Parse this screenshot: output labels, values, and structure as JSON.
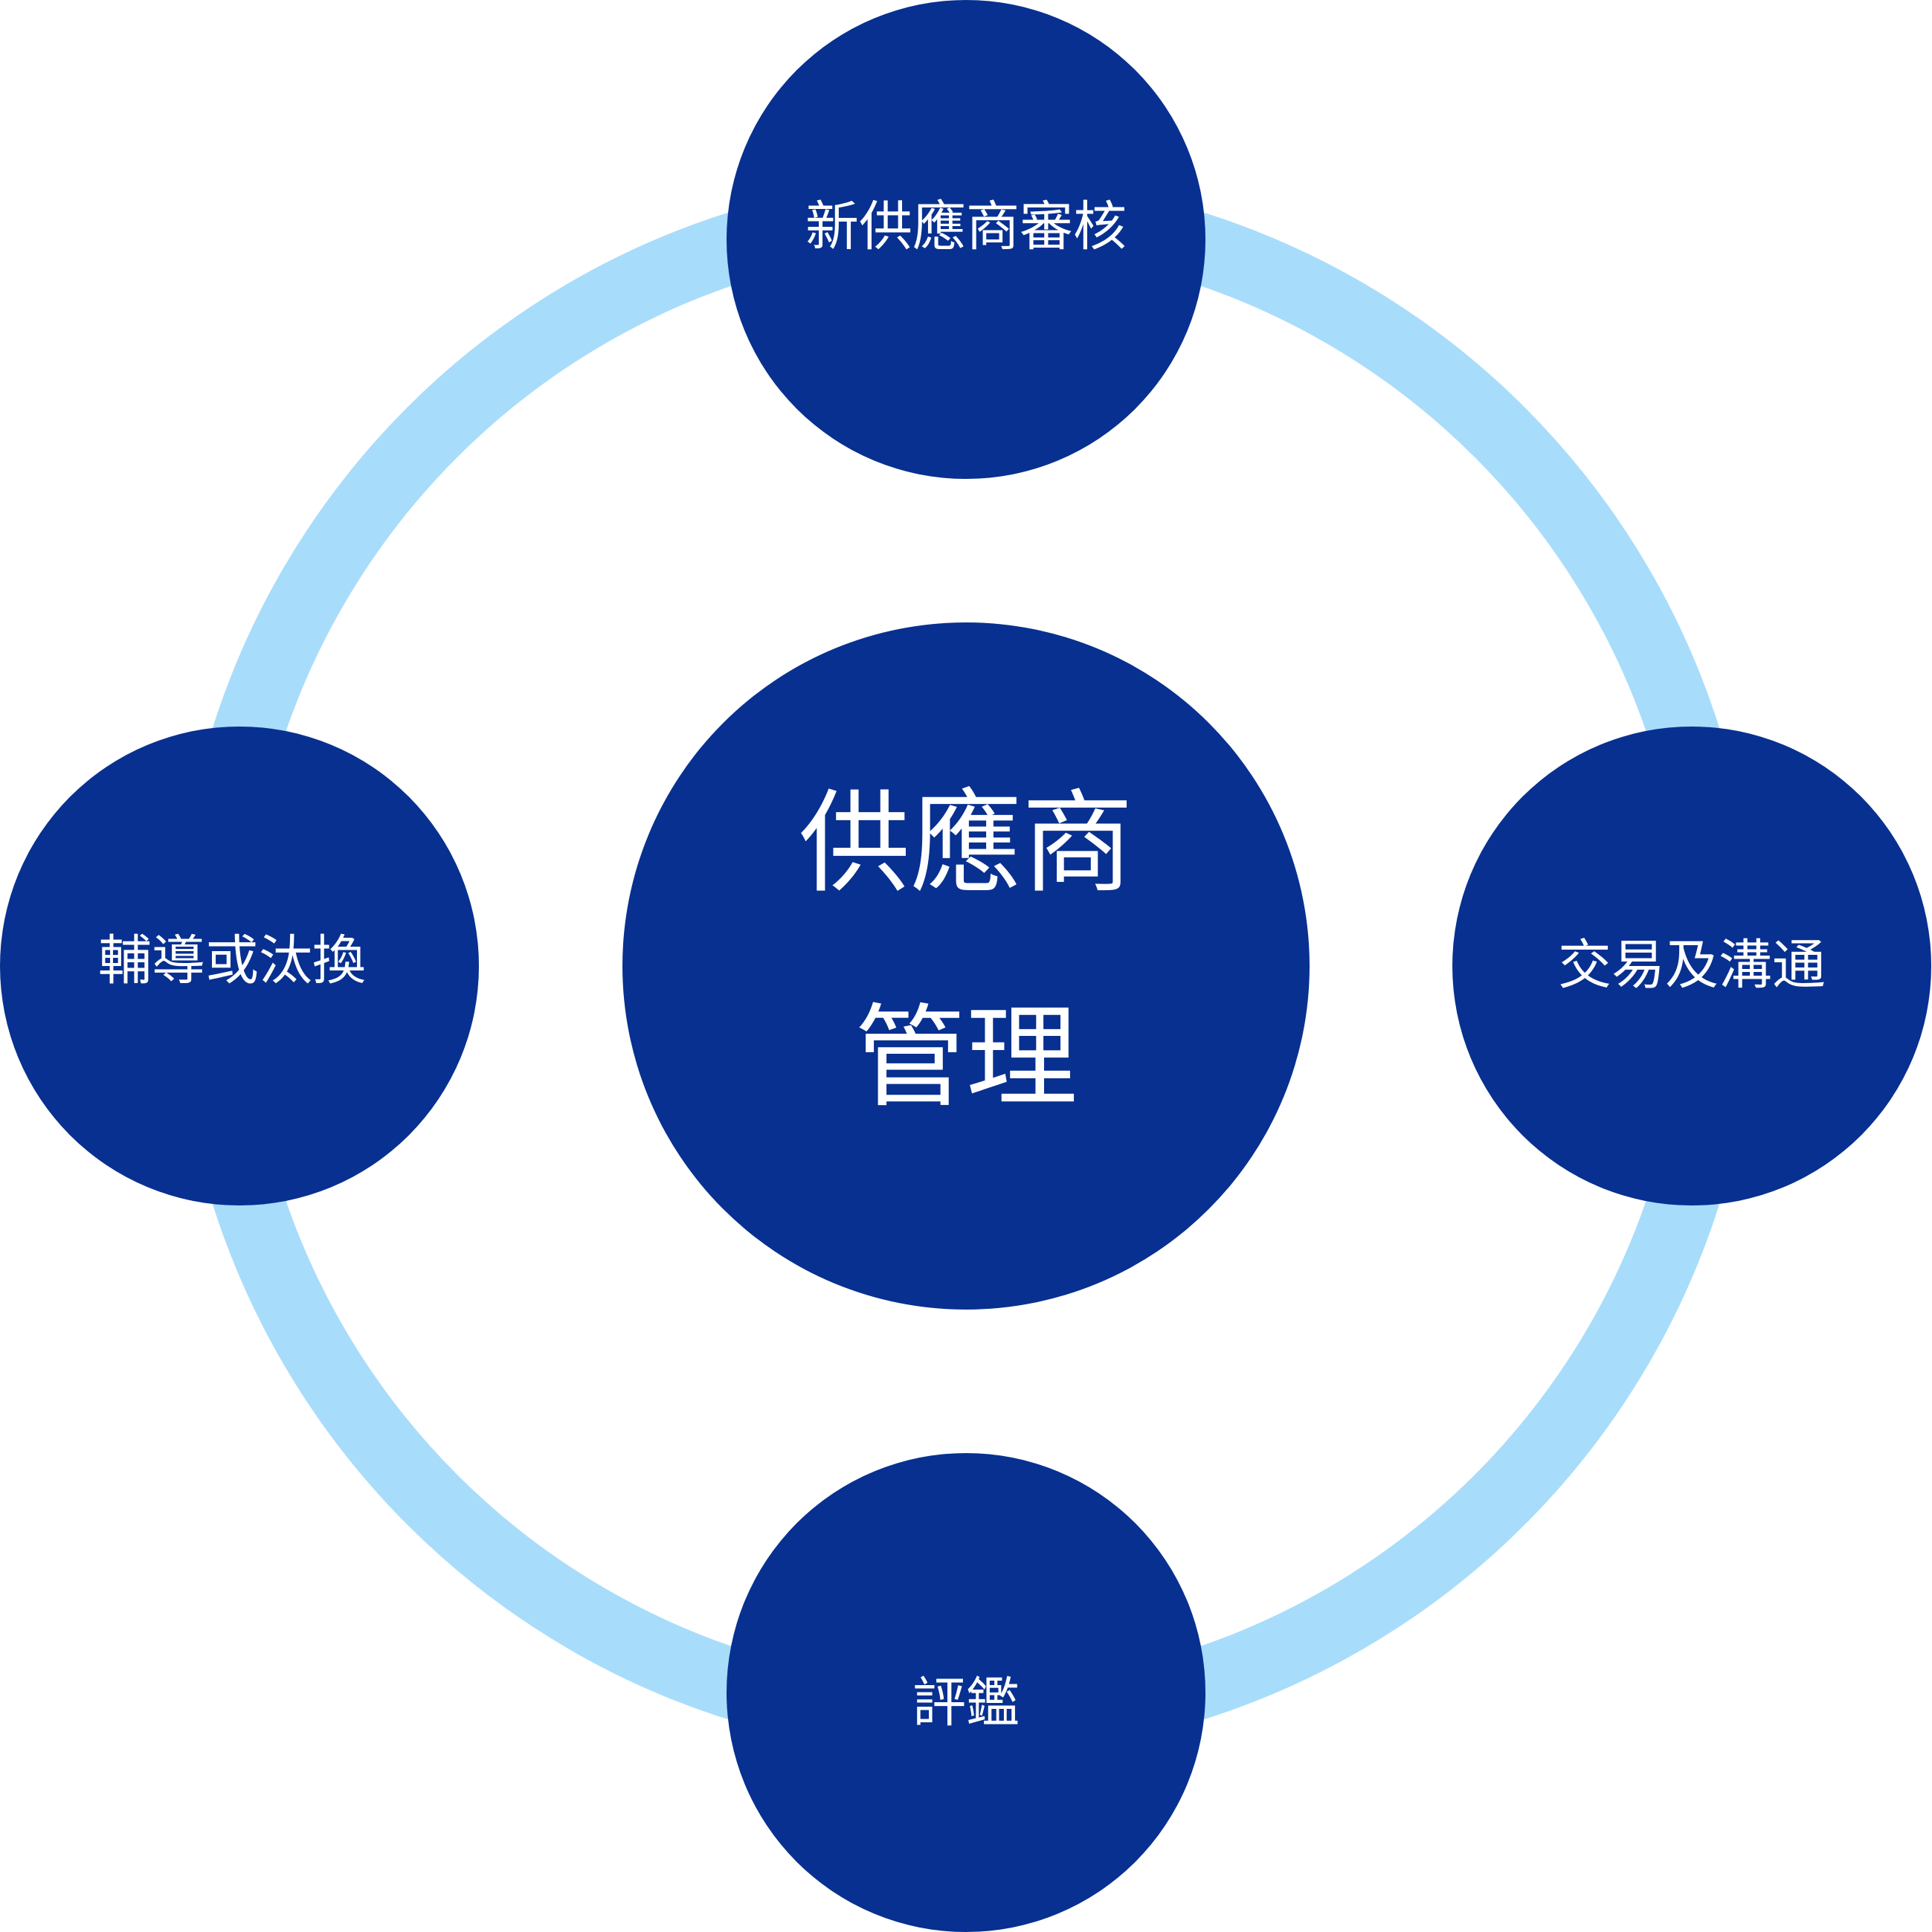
{
  "colors": {
    "ring": "#a8dcfb",
    "node": "#073090",
    "text": "#ffffff",
    "background": "#ffffff"
  },
  "center": {
    "line1": "供應商",
    "line2": "管理"
  },
  "nodes": {
    "top": "新供應商審核",
    "right": "交易及溝通",
    "bottom": "評鑑",
    "left": "輔導或汰換"
  }
}
